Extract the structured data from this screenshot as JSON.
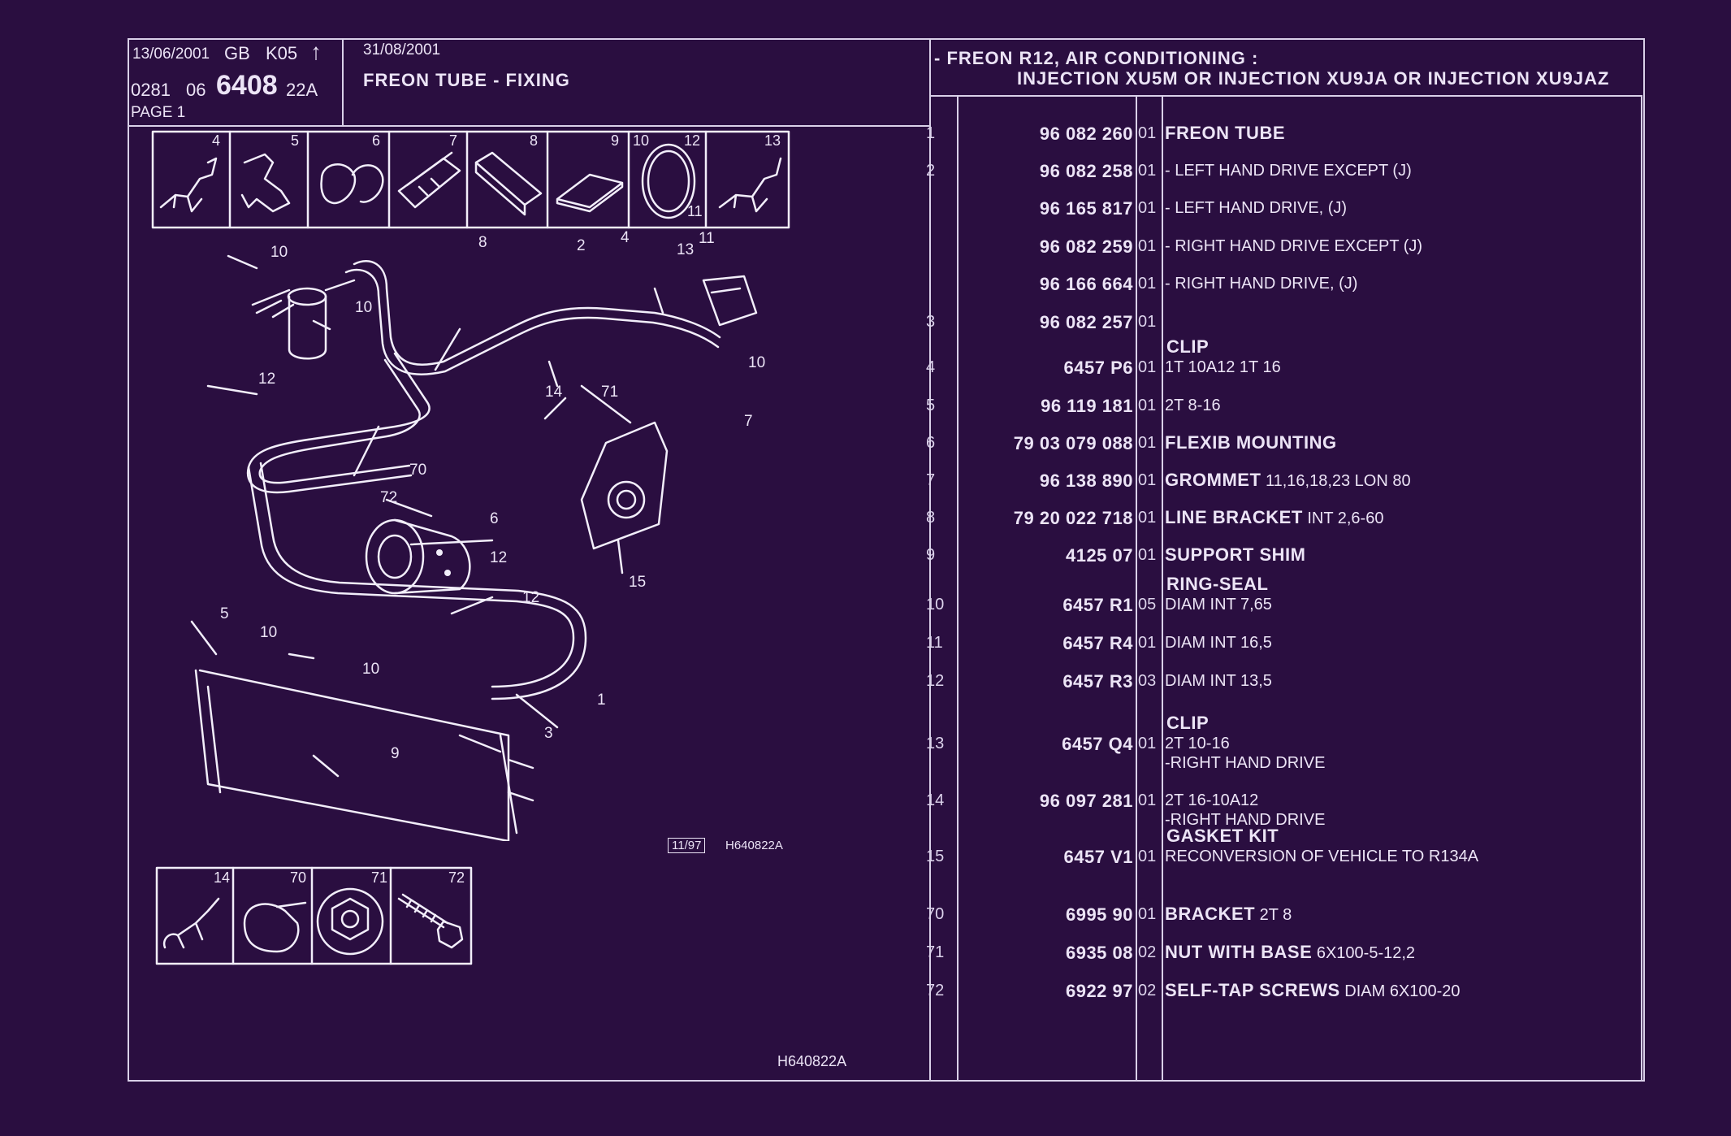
{
  "header": {
    "date1": "13/06/2001",
    "region": "GB",
    "model": "K05",
    "arrow": "↑",
    "code_prefix": "0281",
    "code_mid": "06",
    "code_main": "6408",
    "code_suffix": "22A",
    "page": "PAGE 1",
    "date2": "31/08/2001",
    "title": "FREON TUBE - FIXING"
  },
  "application": {
    "line1": "- FREON R12, AIR CONDITIONING :",
    "line2": "INJECTION XU5M OR INJECTION XU9JA OR INJECTION XU9JAZ"
  },
  "thumbnails_top": [
    "4",
    "5",
    "6",
    "7",
    "8",
    "9",
    "10",
    "12",
    "13",
    "11"
  ],
  "thumbnails_bottom": [
    "14",
    "70",
    "71",
    "72"
  ],
  "callouts": [
    "10",
    "10",
    "8",
    "2",
    "4",
    "13",
    "11",
    "12",
    "10",
    "14",
    "71",
    "7",
    "70",
    "72",
    "6",
    "12",
    "12",
    "15",
    "5",
    "10",
    "10",
    "1",
    "3",
    "9"
  ],
  "diagram_ref": "H640822A",
  "diagram_date": "11/97",
  "footer_ref": "H640822A",
  "parts": [
    {
      "idx": "1",
      "ref": "96 082 260",
      "qty": "01",
      "name": "FREON TUBE",
      "detail": ""
    },
    {
      "idx": "2",
      "ref": "96 082 258",
      "qty": "01",
      "name": "",
      "detail": "-    LEFT HAND DRIVE EXCEPT  (J)"
    },
    {
      "idx": "",
      "ref": "96 165 817",
      "qty": "01",
      "name": "",
      "detail": "-    LEFT HAND DRIVE, (J)"
    },
    {
      "idx": "",
      "ref": "96 082 259",
      "qty": "01",
      "name": "",
      "detail": "-    RIGHT HAND DRIVE EXCEPT  (J)"
    },
    {
      "idx": "",
      "ref": "96 166 664",
      "qty": "01",
      "name": "",
      "detail": "-    RIGHT HAND DRIVE, (J)"
    },
    {
      "idx": "3",
      "ref": "96 082 257",
      "qty": "01",
      "name": "",
      "detail": ""
    },
    {
      "idx": "4",
      "ref": "6457 P6",
      "qty": "01",
      "name": "CLIP",
      "detail": "1T 10A12 1T 16"
    },
    {
      "idx": "5",
      "ref": "96 119 181",
      "qty": "01",
      "name": "",
      "detail": "2T 8-16"
    },
    {
      "idx": "6",
      "ref": "79 03 079 088",
      "qty": "01",
      "name": "FLEXIB MOUNTING",
      "detail": ""
    },
    {
      "idx": "7",
      "ref": "96 138 890",
      "qty": "01",
      "name": "GROMMET",
      "detail": " 11,16,18,23 LON 80"
    },
    {
      "idx": "8",
      "ref": "79 20 022 718",
      "qty": "01",
      "name": "LINE BRACKET",
      "detail": " INT 2,6-60"
    },
    {
      "idx": "9",
      "ref": "4125 07",
      "qty": "01",
      "name": "SUPPORT SHIM",
      "detail": ""
    },
    {
      "idx": "10",
      "ref": "6457 R1",
      "qty": "05",
      "name": "RING-SEAL",
      "detail": "DIAM INT 7,65"
    },
    {
      "idx": "11",
      "ref": "6457 R4",
      "qty": "01",
      "name": "",
      "detail": "DIAM INT 16,5"
    },
    {
      "idx": "12",
      "ref": "6457 R3",
      "qty": "03",
      "name": "",
      "detail": "DIAM INT 13,5"
    },
    {
      "idx": "13",
      "ref": "6457 Q4",
      "qty": "01",
      "name": "CLIP",
      "detail": "2T 10-16",
      "detail2": "-RIGHT HAND DRIVE"
    },
    {
      "idx": "14",
      "ref": "96 097 281",
      "qty": "01",
      "name": "",
      "detail": "2T 16-10A12",
      "detail2": "-RIGHT HAND DRIVE"
    },
    {
      "idx": "15",
      "ref": "6457 V1",
      "qty": "01",
      "name": "GASKET KIT",
      "detail": "RECONVERSION OF VEHICLE TO R134A"
    },
    {
      "idx": "70",
      "ref": "6995 90",
      "qty": "01",
      "name": "BRACKET",
      "detail": " 2T 8"
    },
    {
      "idx": "71",
      "ref": "6935 08",
      "qty": "02",
      "name": "NUT WITH BASE",
      "detail": " 6X100-5-12,2"
    },
    {
      "idx": "72",
      "ref": "6922 97",
      "qty": "02",
      "name": "SELF-TAP SCREWS",
      "detail": " DIAM 6X100-20"
    }
  ]
}
